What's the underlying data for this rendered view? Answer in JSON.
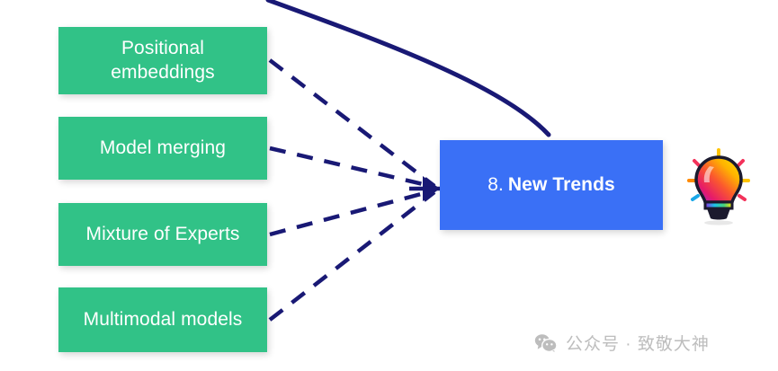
{
  "diagram": {
    "title_node": {
      "index": "8.",
      "label": "New Trends",
      "color": "#3a70f6"
    },
    "source_nodes": [
      {
        "label_line1": "Positional",
        "label_line2": "embeddings",
        "color": "#31c287"
      },
      {
        "label_line1": "Model merging",
        "label_line2": "",
        "color": "#31c287"
      },
      {
        "label_line1": "Mixture of Experts",
        "label_line2": "",
        "color": "#31c287"
      },
      {
        "label_line1": "Multimodal models",
        "label_line2": "",
        "color": "#31c287"
      }
    ],
    "edge_color": "#191975",
    "icons": {
      "bulb": "lightbulb-icon",
      "wechat": "wechat-icon"
    }
  },
  "watermark": {
    "text": "公众号 · 致敬大神",
    "color": "#bdbdbd"
  }
}
